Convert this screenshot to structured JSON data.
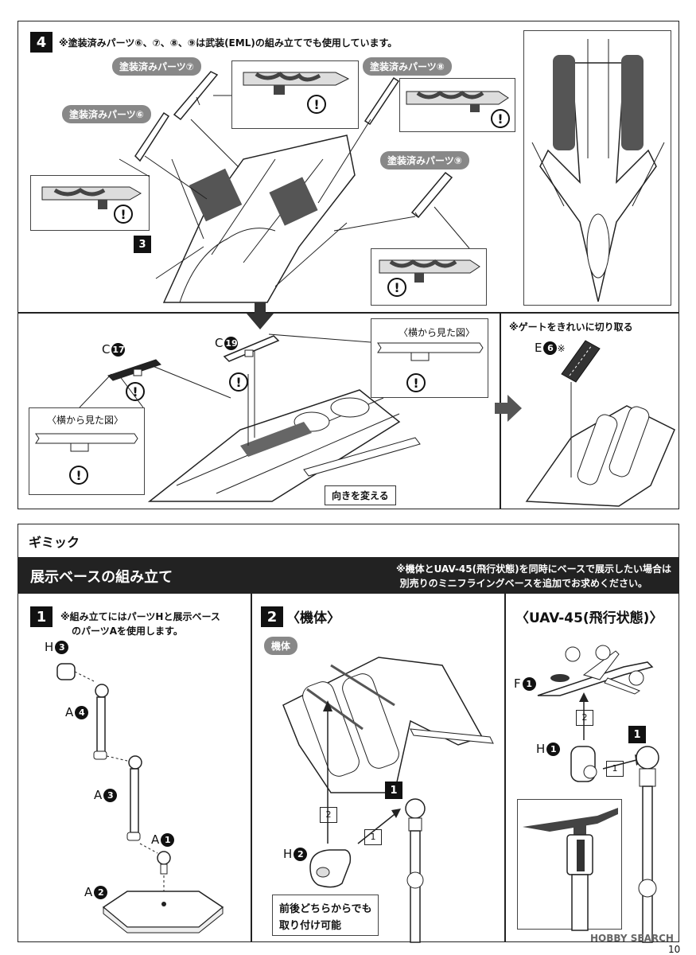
{
  "step4": {
    "number": "4",
    "note": "※塗装済みパーツ⑥、⑦、⑧、⑨は武装(EML)の組み立てでも使用しています。",
    "parts": {
      "p6": "塗装済みパーツ⑥",
      "p7": "塗装済みパーツ⑦",
      "p8": "塗装済みパーツ⑧",
      "p9": "塗装済みパーツ⑨"
    },
    "ref3": "3",
    "side_view": "〈横から見た図〉",
    "c17_letter": "C",
    "c17_num": "17",
    "c19_letter": "C",
    "c19_num": "19",
    "change_direction": "向きを変える",
    "gate_note": "※ゲートをきれいに切り取る",
    "e6_letter": "E",
    "e6_num": "6",
    "e6_mark": "※"
  },
  "gimmick": {
    "heading": "ギミック",
    "section_title": "展示ベースの組み立て",
    "section_note_1": "※機体とUAV-45(飛行状態)を同時にベースで展示したい場合は",
    "section_note_2": "別売りのミニフライングベースを追加でお求めください。",
    "step1": {
      "number": "1",
      "note_1": "※組み立てにはパーツHと展示ベース",
      "note_2": "のパーツAを使用します。",
      "parts": [
        {
          "letter": "H",
          "num": "3"
        },
        {
          "letter": "A",
          "num": "4"
        },
        {
          "letter": "A",
          "num": "3"
        },
        {
          "letter": "A",
          "num": "1"
        },
        {
          "letter": "A",
          "num": "2"
        }
      ]
    },
    "step2": {
      "number": "2",
      "title": "〈機体〉",
      "body_pill": "機体",
      "h_letter": "H",
      "h_num": "2",
      "ref1": "1",
      "arrow1": "1",
      "arrow2": "2",
      "attach_note_1": "前後どちらからでも",
      "attach_note_2": "取り付け可能"
    },
    "uav": {
      "title": "〈UAV-45(飛行状態)〉",
      "f_letter": "F",
      "f_num": "1",
      "h_letter": "H",
      "h_num": "1",
      "ref1": "1",
      "arrow1": "1",
      "arrow2": "2"
    }
  },
  "footer": {
    "watermark": "HOBBY SEARCH",
    "page": "10"
  }
}
